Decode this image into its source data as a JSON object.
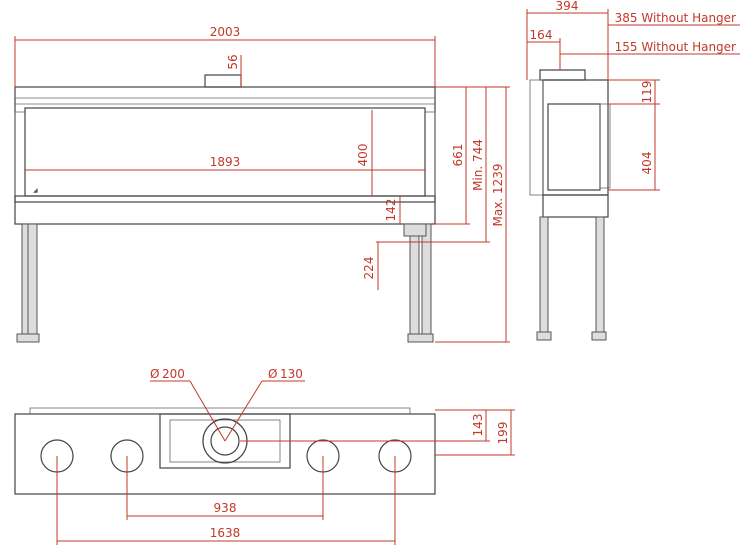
{
  "dimensions": {
    "front": {
      "overall_width": "2003",
      "flue_height": "56",
      "glass_width": "1893",
      "glass_height": "400",
      "base_offset": "142",
      "min_height": "Min. 744",
      "mid_height": "661",
      "max_height": "Max. 1239",
      "leg_offset": "224"
    },
    "side": {
      "depth_total": "394",
      "depth_without_hanger": "385 Without Hanger",
      "flue_offset": "164",
      "flue_offset_without_hanger": "155 Without Hanger",
      "top_offset": "119",
      "window_height": "404"
    },
    "top": {
      "outer_flue_dia": "200",
      "inner_flue_dia": "130",
      "depth_outer": "199",
      "depth_inner": "143",
      "inner_hole_span": "938",
      "outer_hole_span": "1638"
    }
  },
  "symbols": {
    "diameter": "Ø"
  },
  "colors": {
    "dimension": "#c0392b",
    "outline": "#444444",
    "legs": "#dddddd"
  }
}
